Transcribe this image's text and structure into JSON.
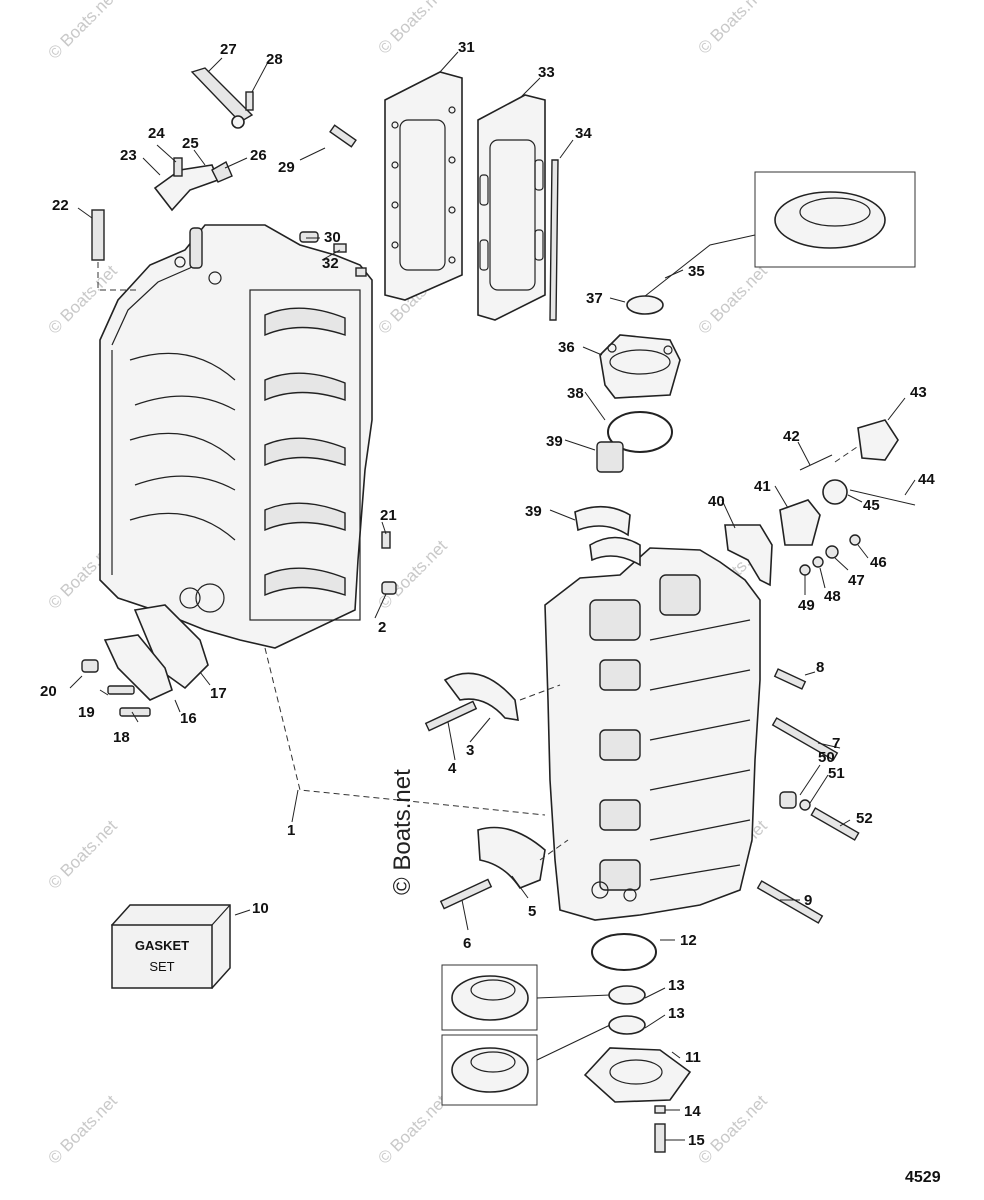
{
  "watermark": "© Boats.net",
  "center_watermark": "© Boats.net",
  "diagram_number": "4529",
  "gasket_box": {
    "line1": "GASKET",
    "line2": "SET"
  },
  "callouts": {
    "c1": "1",
    "c2": "2",
    "c3": "3",
    "c4": "4",
    "c5": "5",
    "c6": "6",
    "c7": "7",
    "c8": "8",
    "c9": "9",
    "c10": "10",
    "c11": "11",
    "c12": "12",
    "c13a": "13",
    "c13b": "13",
    "c14": "14",
    "c15": "15",
    "c16": "16",
    "c17": "17",
    "c18": "18",
    "c19": "19",
    "c20": "20",
    "c21": "21",
    "c22": "22",
    "c23": "23",
    "c24": "24",
    "c25": "25",
    "c26": "26",
    "c27": "27",
    "c28": "28",
    "c29": "29",
    "c30": "30",
    "c31": "31",
    "c32": "32",
    "c33": "33",
    "c34": "34",
    "c35": "35",
    "c36": "36",
    "c37": "37",
    "c38": "38",
    "c39a": "39",
    "c39b": "39",
    "c40": "40",
    "c41": "41",
    "c42": "42",
    "c43": "43",
    "c44": "44",
    "c45": "45",
    "c46": "46",
    "c47": "47",
    "c48": "48",
    "c49": "49",
    "c50": "50",
    "c51": "51",
    "c52": "52"
  }
}
